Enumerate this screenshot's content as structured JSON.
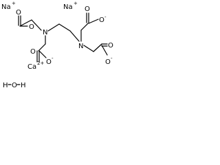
{
  "molecule": {
    "sodium_1": "Na",
    "sodium_1_charge": "+",
    "sodium_2": "Na",
    "sodium_2_charge": "+",
    "calcium": "Ca",
    "calcium_charge": "2+",
    "water": "H",
    "water_o": "O",
    "water_h2": "H",
    "nitrogen_left": "N",
    "nitrogen_right": "N",
    "oxygen_labels": [
      "O",
      "O",
      "O",
      "O",
      "O",
      "O",
      "O",
      "O"
    ],
    "minus_sign": "-"
  },
  "colors": {
    "ink": "#000000",
    "background": "#ffffff"
  }
}
